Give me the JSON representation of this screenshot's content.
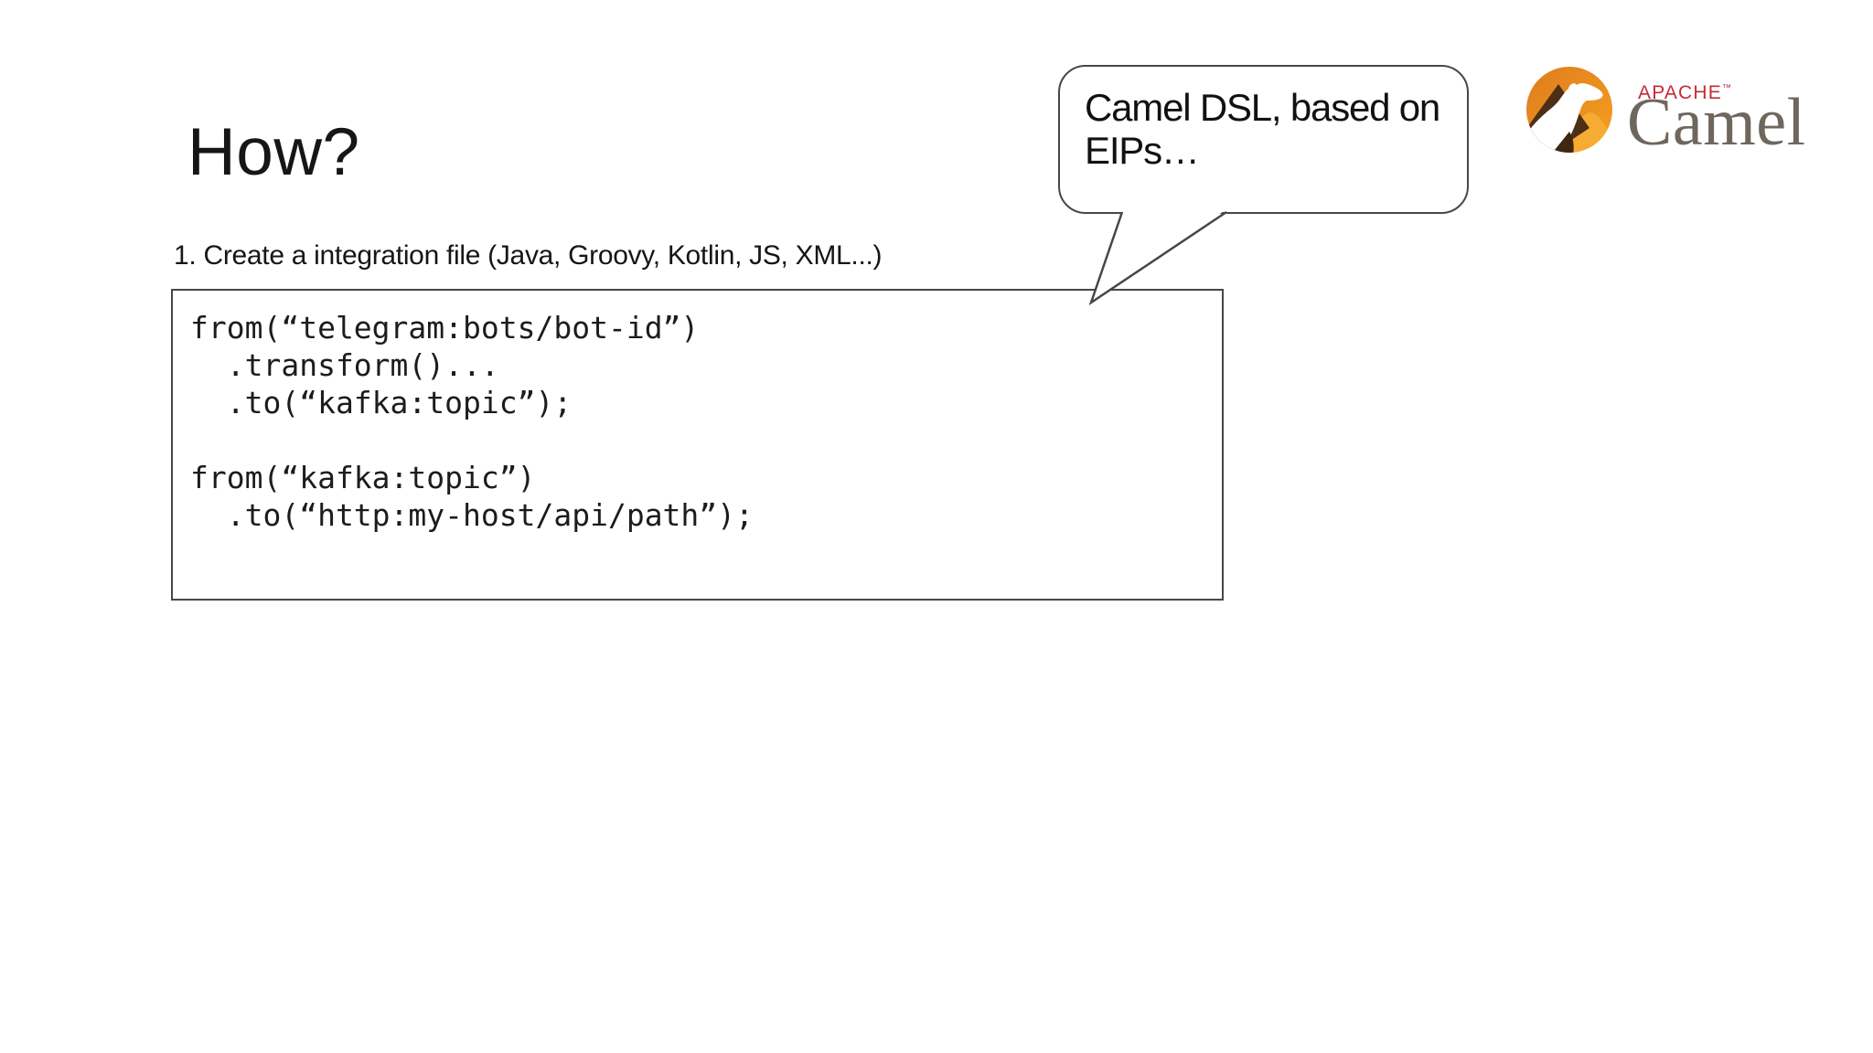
{
  "slide": {
    "title": "How?",
    "step": "1. Create a integration file (Java, Groovy, Kotlin, JS, XML...)",
    "code_lines": [
      "from(“telegram:bots/bot-id”)",
      "  .transform()...",
      "  .to(“kafka:topic”);",
      "",
      "from(“kafka:topic”)",
      "  .to(“http:my-host/api/path”);"
    ],
    "callout": {
      "text": "Camel DSL, based on EIPs…"
    },
    "logo": {
      "apache": "APACHE",
      "trademark": "™",
      "camel": "Camel"
    },
    "colors": {
      "apache_red": "#C62A39",
      "camel_gray": "#6F665D",
      "outline_gray": "#474747",
      "logo_orange_dark": "#DE7C1D",
      "logo_orange_light": "#F5A022",
      "logo_brown": "#4C2F16"
    }
  }
}
